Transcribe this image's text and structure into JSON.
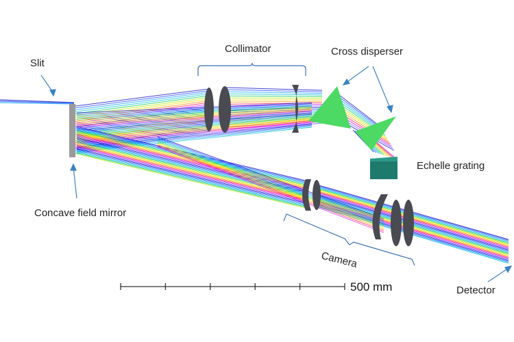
{
  "labels": {
    "slit": "Slit",
    "collimator": "Collimator",
    "cross_disperser": "Cross disperser",
    "echelle_grating": "Echelle grating",
    "concave_field_mirror": "Concave field mirror",
    "camera": "Camera",
    "detector": "Detector"
  },
  "scale_bar": {
    "label": "500 mm",
    "length_mm": 500,
    "divisions": 5
  },
  "colors": {
    "annotation": "#3b82c4",
    "bracket": "#3b6fb6",
    "prism": "#4cd964",
    "grating": "#1f7a6e",
    "lens": "#4a4a52",
    "mirror": "#9a9a9a",
    "scale": "#333333"
  },
  "ray_colors": [
    "#0000cc",
    "#1e40ff",
    "#00a0ff",
    "#00bcd4",
    "#00c853",
    "#aeea00",
    "#ffd600",
    "#ff9100",
    "#ff1744",
    "#d500f9",
    "#7c4dff"
  ]
}
